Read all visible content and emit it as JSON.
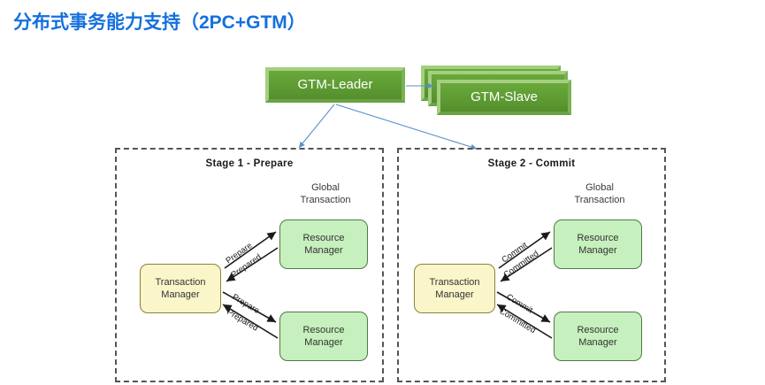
{
  "page": {
    "title": "分布式事务能力支持（2PC+GTM）",
    "title_color": "#1470dd",
    "background": "#ffffff"
  },
  "topology": {
    "leader": {
      "label": "GTM-Leader",
      "fill": "#5e9c33",
      "bevel": "#8cc063",
      "text_color": "#ffffff"
    },
    "slave": {
      "label": "GTM-Slave",
      "fill": "#5e9c33",
      "bevel": "#8cc063",
      "text_color": "#ffffff",
      "stacked_copies": 3
    },
    "replication_arrow": {
      "from": "GTM-Leader",
      "to": "GTM-Slave",
      "color": "#5b8fc9"
    },
    "fanout_arrows": [
      {
        "from": "GTM-Leader",
        "to": "Stage 1 - Prepare",
        "color": "#5b8fc9"
      },
      {
        "from": "GTM-Leader",
        "to": "Stage 2 - Commit",
        "color": "#5b8fc9"
      }
    ]
  },
  "stages": [
    {
      "heading": "Stage 1 - Prepare",
      "global_transaction_label": "Global\nTransaction",
      "global_transaction_line1": "Global",
      "global_transaction_line2": "Transaction",
      "coordinator": {
        "label": "Transaction\nManager",
        "line1": "Transaction",
        "line2": "Manager",
        "fill": "#faf6c9",
        "border": "#8a8335"
      },
      "participants": [
        {
          "label": "Resource\nManager",
          "line1": "Resource",
          "line2": "Manager",
          "fill": "#c6f0bd",
          "border": "#4f7a48"
        },
        {
          "label": "Resource\nManager",
          "line1": "Resource",
          "line2": "Manager",
          "fill": "#c6f0bd",
          "border": "#4f7a48"
        }
      ],
      "messages": [
        {
          "label": "Prepare",
          "direction": "coordinator-to-participant",
          "participant_index": 0
        },
        {
          "label": "Prepared",
          "direction": "participant-to-coordinator",
          "participant_index": 0
        },
        {
          "label": "Prepare",
          "direction": "coordinator-to-participant",
          "participant_index": 1
        },
        {
          "label": "Prepared",
          "direction": "participant-to-coordinator",
          "participant_index": 1
        }
      ]
    },
    {
      "heading": "Stage 2 - Commit",
      "global_transaction_label": "Global\nTransaction",
      "global_transaction_line1": "Global",
      "global_transaction_line2": "Transaction",
      "coordinator": {
        "label": "Transaction\nManager",
        "line1": "Transaction",
        "line2": "Manager",
        "fill": "#faf6c9",
        "border": "#8a8335"
      },
      "participants": [
        {
          "label": "Resource\nManager",
          "line1": "Resource",
          "line2": "Manager",
          "fill": "#c6f0bd",
          "border": "#4f7a48"
        },
        {
          "label": "Resource\nManager",
          "line1": "Resource",
          "line2": "Manager",
          "fill": "#c6f0bd",
          "border": "#4f7a48"
        }
      ],
      "messages": [
        {
          "label": "Commit",
          "direction": "coordinator-to-participant",
          "participant_index": 0
        },
        {
          "label": "Committed",
          "direction": "participant-to-coordinator",
          "participant_index": 0
        },
        {
          "label": "Commit",
          "direction": "coordinator-to-participant",
          "participant_index": 1
        },
        {
          "label": "Committed",
          "direction": "participant-to-coordinator",
          "participant_index": 1
        }
      ]
    }
  ],
  "style": {
    "panel_border": "#555555",
    "arrow_black": "#1a1a1a",
    "arrow_blue": "#5b8fc9"
  }
}
